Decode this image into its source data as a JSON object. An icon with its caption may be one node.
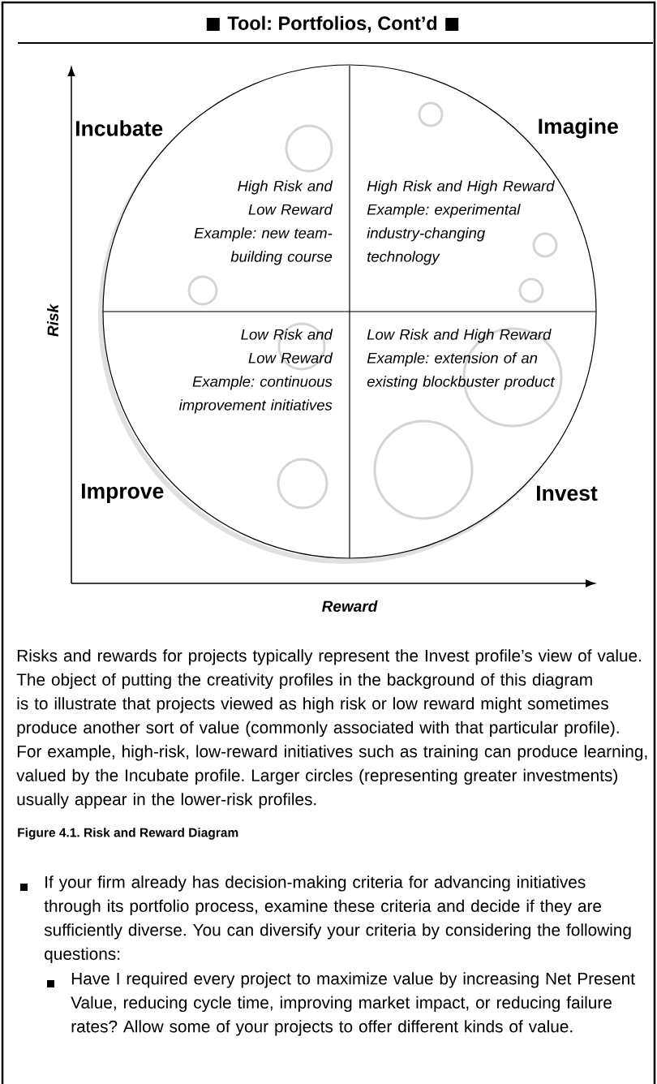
{
  "diagram": {
    "title": "Tool: Portfolios, Cont’d",
    "caption": "Figure 4.1. Risk and Reward Diagram",
    "nodes": [
      {
        "text": [],
        "shape": "circle"
      },
      {
        "text": [
          "High Risk and Low Reward Example: new team-building course"
        ],
        "in": 0
      },
      {
        "text": [
          "High Risk and High Reward Example: experimental industry-changing technology"
        ],
        "in": 0
      },
      {
        "text": [
          "Low Risk and Low Reward Example: continuous improvement initiatives"
        ],
        "in": 0
      },
      {
        "text": [
          "Low Risk and High Reward Example: extension of an existing blockbuster product"
        ],
        "in": 0
      }
    ],
    "labels": [
      "Incubate",
      "Imagine",
      "Risk",
      "Improve",
      "Invest",
      "Reward",
      "Risks and rewards for projects typically represent the Invest profile’s view of value. The object of putting the creativity profiles in the background of this diagram is to illustrate that projects viewed as high risk or low reward might sometimes produce another sort of value (commonly associated with that particular profile). For example, high-risk, low-reward initiatives such as training can produce learning, valued by the Incubate profile. Larger circles (representing greater investments) usually appear in the lower-risk profiles.",
      "If your firm already has decision-making criteria for advancing initiatives through its portfolio process, examine these criteria and decide if they are sufficiently diverse. You can diversify your criteria by considering the following questions:",
      "Have I required every project to maximize value by increasing Net Present Value, reducing cycle time, improving market impact, or reducing failure rates? Allow some of your projects to offer different kinds of value."
    ]
  }
}
